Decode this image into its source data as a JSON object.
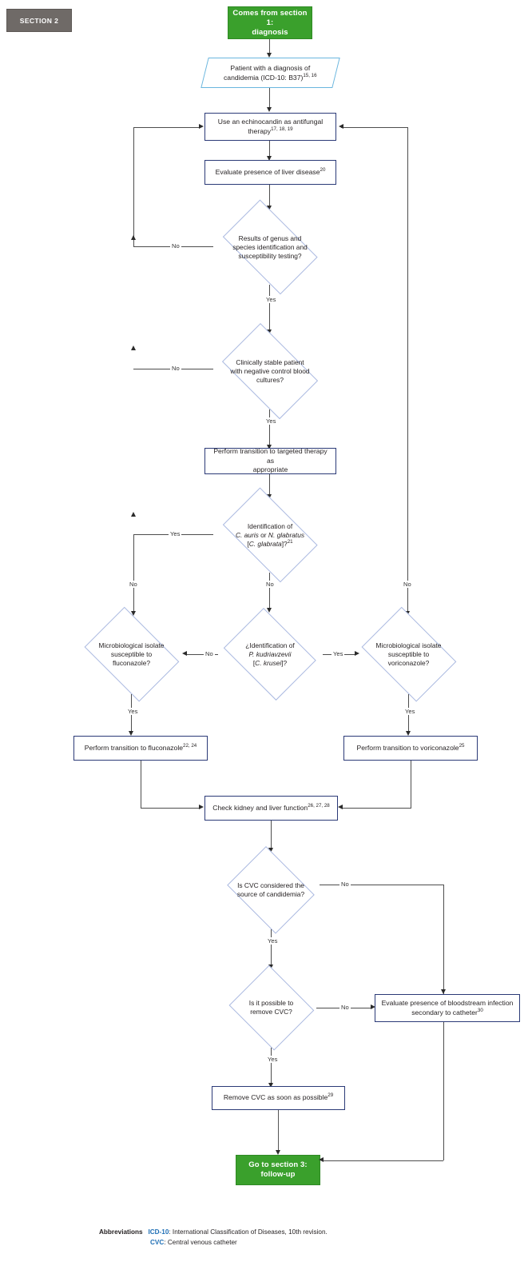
{
  "diagram": {
    "title": "Candidemia treatment algorithm - Section 2",
    "section_tag": "SECTION 2",
    "colors": {
      "terminator_green": "#3aa02c",
      "process_border": "#2b3a77",
      "decision_border": "#a9b8e0",
      "io_border": "#6ab6de",
      "section_tag_bg": "#6f6a67",
      "abbreviation_key": "#1f6fb5"
    }
  },
  "nodes": {
    "start": {
      "line1": "Comes from section 1:",
      "line2": "diagnosis"
    },
    "patient": {
      "line1": "Patient with a diagnosis of",
      "line2": "candidemia (ICD-10: B37)",
      "sup": "15, 16"
    },
    "echinocandin": {
      "line1": "Use an echinocandin as antifungal",
      "line2": "therapy",
      "sup": "17, 18, 19"
    },
    "liver": {
      "text": "Evaluate presence of liver disease",
      "sup": "20"
    },
    "results_id": {
      "line1": "Results of genus and",
      "line2": "species identification and",
      "line3": "susceptibility testing?"
    },
    "stable": {
      "line1": "Clinically stable patient",
      "line2": "with negative control blood",
      "line3": "cultures?"
    },
    "targeted": {
      "line1": "Perform transition to targeted therapy as",
      "line2": "appropriate"
    },
    "auris": {
      "line1": "Identification of",
      "line2a": "C. auris",
      "line2b": " or ",
      "line2c": "N. glabratus",
      "line3a": "[",
      "line3b": "C. glabrata",
      "line3c": "]?",
      "sup": "21"
    },
    "krusei": {
      "line1": "¿Identification of",
      "line2": "P. kudriavzevii",
      "line3a": "[",
      "line3b": "C. krusei",
      "line3c": "]?"
    },
    "flu_susc": {
      "line1": "Microbiological isolate",
      "line2": "susceptible to",
      "line3": "fluconazole?"
    },
    "vori_susc": {
      "line1": "Microbiological isolate",
      "line2": "susceptible to",
      "line3": "voriconazole?"
    },
    "to_fluconazole": {
      "text": "Perform transition to fluconazole",
      "sup": "22, 24"
    },
    "to_voriconazole": {
      "text": "Perform transition to voriconazole",
      "sup": "25"
    },
    "kidney": {
      "text": "Check kidney and liver function",
      "sup": "26, 27, 28"
    },
    "cvc_source": {
      "line1": "Is CVC considered the",
      "line2": "source of candidemia?"
    },
    "cvc_remove_q": {
      "line1": "Is it possible to",
      "line2": "remove CVC?"
    },
    "bloodstream": {
      "line1": "Evaluate presence of bloodstream infection",
      "line2": "secondary to catheter",
      "sup": "30"
    },
    "remove_cvc": {
      "text": "Remove CVC as soon as possible",
      "sup": "29"
    },
    "end": {
      "line1": "Go to section 3:",
      "line2": "follow-up"
    }
  },
  "edge_labels": {
    "no_results": "No",
    "yes_results": "Yes",
    "no_stable": "No",
    "yes_stable": "Yes",
    "yes_auris": "Yes",
    "no_auris_left": "No",
    "no_auris_center": "No",
    "no_auris_right": "No",
    "no_krusei_left": "No",
    "yes_krusei_right": "Yes",
    "yes_flu": "Yes",
    "yes_vori": "Yes",
    "no_cvc_source": "No",
    "yes_cvc_source": "Yes",
    "no_cvc_remove": "No",
    "yes_cvc_remove": "Yes"
  },
  "footer": {
    "label": "Abbreviations",
    "items": [
      {
        "key": "ICD-10",
        "value": ": International Classification of Diseases, 10th revision."
      },
      {
        "key": "CVC",
        "value": ": Central venous catheter"
      }
    ]
  }
}
